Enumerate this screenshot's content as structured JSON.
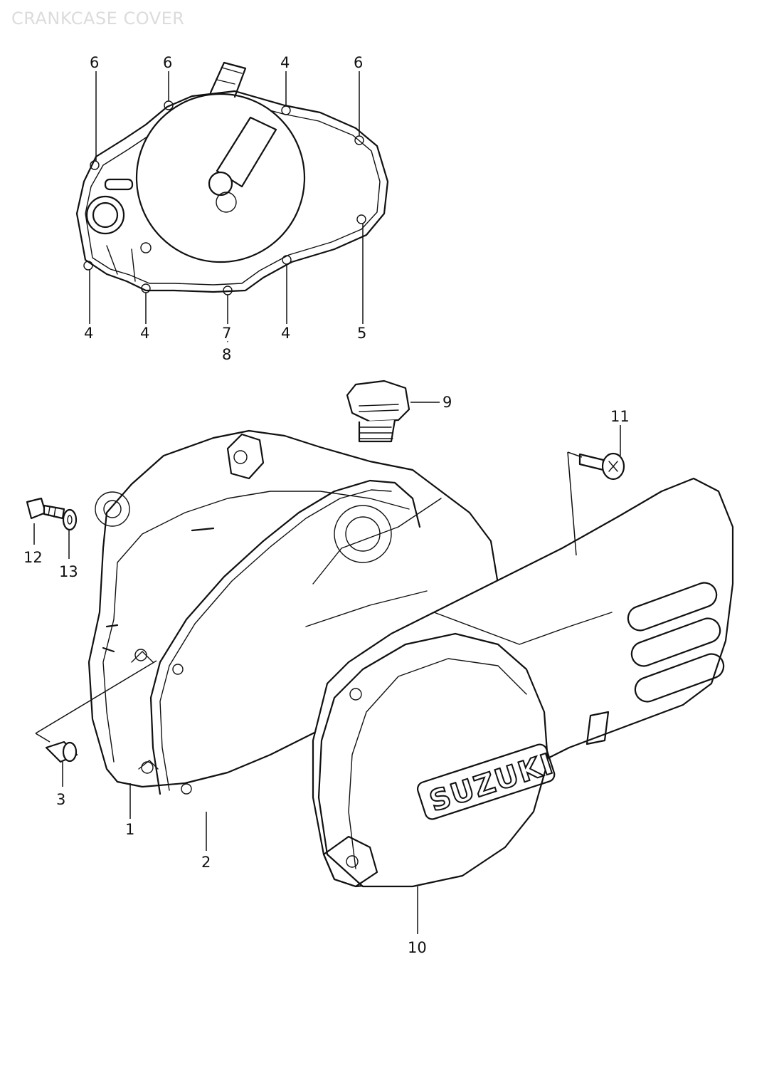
{
  "title": "CRANKCASE COVER",
  "logo_text": "SUZUKI",
  "callouts": {
    "c6a": "6",
    "c6b": "6",
    "c4a": "4",
    "c6c": "6",
    "c4b": "4",
    "c4c": "4",
    "c7": "7",
    "c8": "8",
    "c4d": "4",
    "c5": "5",
    "c9": "9",
    "c11": "11",
    "c12": "12",
    "c13": "13",
    "c3": "3",
    "c1": "1",
    "c2": "2",
    "c10": "10"
  }
}
